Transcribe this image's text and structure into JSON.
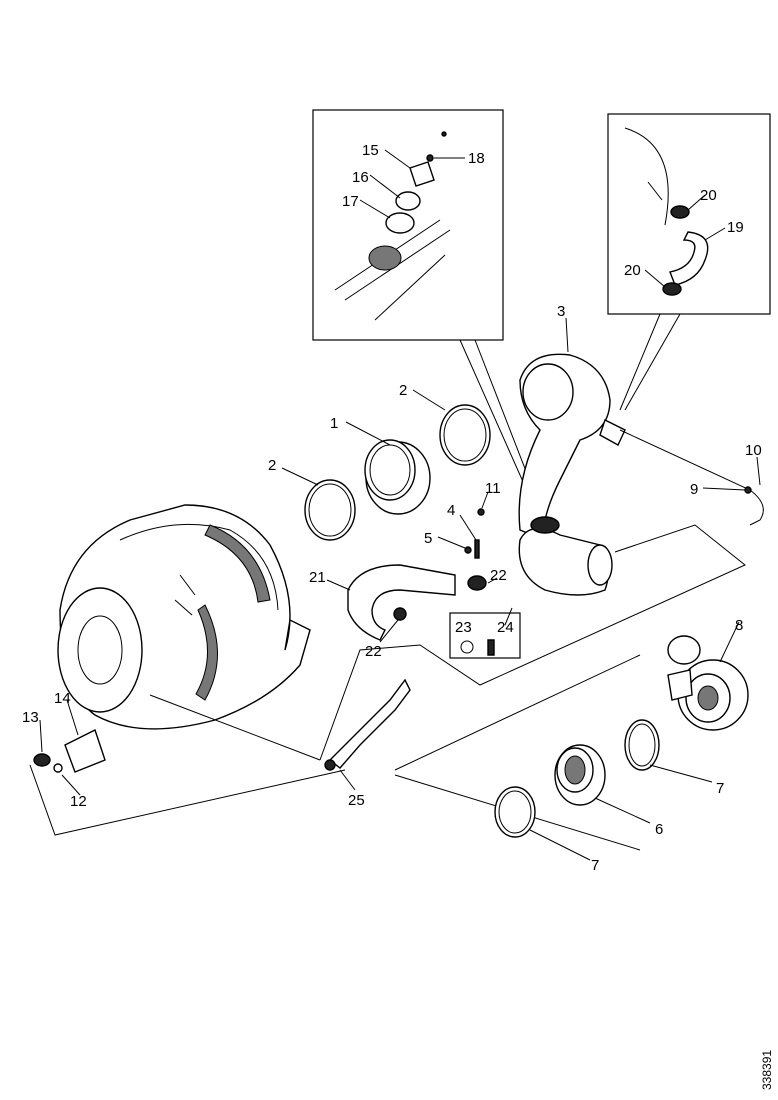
{
  "diagram": {
    "callouts": [
      {
        "id": "c1",
        "text": "1"
      },
      {
        "id": "c2a",
        "text": "2"
      },
      {
        "id": "c2b",
        "text": "2"
      },
      {
        "id": "c3",
        "text": "3"
      },
      {
        "id": "c4",
        "text": "4"
      },
      {
        "id": "c5",
        "text": "5"
      },
      {
        "id": "c6",
        "text": "6"
      },
      {
        "id": "c7a",
        "text": "7"
      },
      {
        "id": "c7b",
        "text": "7"
      },
      {
        "id": "c8",
        "text": "8"
      },
      {
        "id": "c9",
        "text": "9"
      },
      {
        "id": "c10",
        "text": "10"
      },
      {
        "id": "c11",
        "text": "11"
      },
      {
        "id": "c12",
        "text": "12"
      },
      {
        "id": "c13",
        "text": "13"
      },
      {
        "id": "c14",
        "text": "14"
      },
      {
        "id": "c15",
        "text": "15"
      },
      {
        "id": "c16",
        "text": "16"
      },
      {
        "id": "c17",
        "text": "17"
      },
      {
        "id": "c18",
        "text": "18"
      },
      {
        "id": "c19",
        "text": "19"
      },
      {
        "id": "c20a",
        "text": "20"
      },
      {
        "id": "c20b",
        "text": "20"
      },
      {
        "id": "c21",
        "text": "21"
      },
      {
        "id": "c22a",
        "text": "22"
      },
      {
        "id": "c22b",
        "text": "22"
      },
      {
        "id": "c23",
        "text": "23"
      },
      {
        "id": "c24",
        "text": "24"
      },
      {
        "id": "c25",
        "text": "25"
      }
    ],
    "reference_number": "338391"
  }
}
